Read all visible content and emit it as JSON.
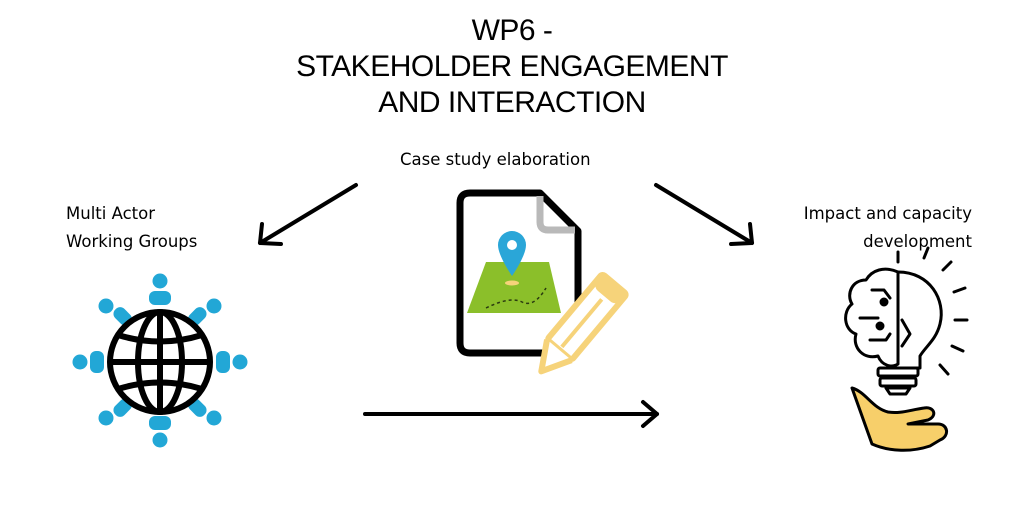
{
  "title": {
    "line1": "WP6 -",
    "line2": "STAKEHOLDER ENGAGEMENT",
    "line3": "AND INTERACTION"
  },
  "labels": {
    "case_study": "Case study elaboration",
    "multi_actor_line1": "Multi Actor",
    "multi_actor_line2": "Working Groups",
    "impact_line1": "Impact and capacity",
    "impact_line2": "development"
  },
  "icons": {
    "left": "globe-people-icon",
    "center": "map-document-pencil-icon",
    "right": "brain-lightbulb-hand-icon"
  },
  "colors": {
    "people_blue": "#22a7d6",
    "map_green": "#8bbf2a",
    "pin_blue": "#2aa6d8",
    "pencil_yellow": "#f6d37a",
    "hand_yellow": "#f7cf6a"
  }
}
